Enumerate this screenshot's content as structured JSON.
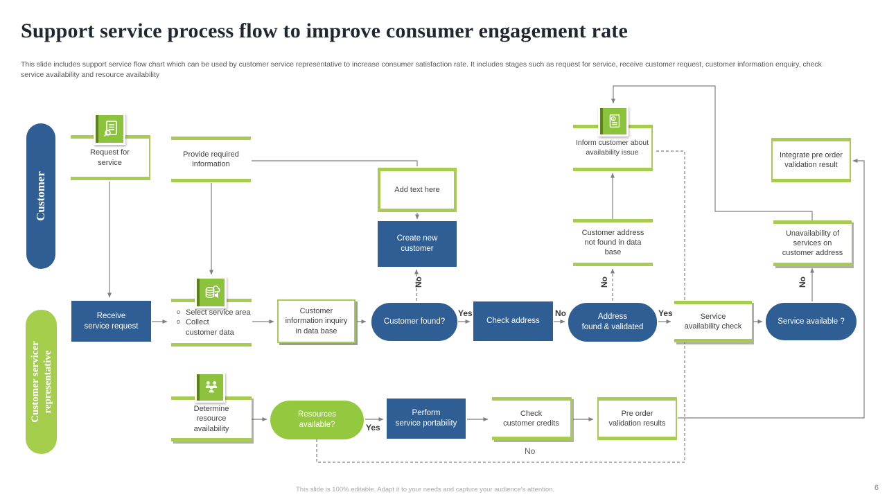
{
  "slide": {
    "title": "Support service process flow to improve consumer engagement rate",
    "description": "This slide includes support service flow chart which can be used by customer service representative to increase consumer satisfaction rate. It includes stages such as request for service, receive customer request, customer information enquiry, check service availability and resource availability",
    "footer": "This slide is 100% editable.  Adapt it to your needs and capture your audience's attention.",
    "page_number": "6"
  },
  "lanes": {
    "customer": "Customer",
    "representative": "Customer servicer\nrepresentative"
  },
  "nodes": {
    "request_for_service": "Request for\nservice",
    "provide_required_information": "Provide required\ninformation",
    "add_text_here": "Add text here",
    "create_new_customer": "Create new\ncustomer",
    "inform_customer": "Inform customer about\navailability issue",
    "customer_address_not_found": "Customer address\nnot found in data\nbase",
    "integrate_pre_order": "Integrate pre order\nvalidation result",
    "unavailability_services": "Unavailability of\nservices on\ncustomer address",
    "receive_service_request": "Receive\nservice request",
    "bullet_marker": "o",
    "select_service_area": "Select service area",
    "collect_customer_data": "Collect\ncustomer data",
    "customer_information_inquiry": "Customer\ninformation inquiry\nin data base",
    "customer_found": "Customer found?",
    "check_address": "Check address",
    "address_found_validated": "Address\nfound & validated",
    "service_availability_check": "Service\navailability check",
    "service_available": "Service available ?",
    "determine_resource_availability": "Determine\nresource\navailability",
    "resources_available": "Resources\navailable?",
    "perform_service_portability": "Perform\nservice portability",
    "check_customer_credits": "Check\ncustomer credits",
    "pre_order_validation_results": "Pre order\nvalidation results"
  },
  "edge_labels": {
    "customer_found_yes": "Yes",
    "customer_found_no": "No",
    "check_address_no": "No",
    "address_validated_yes": "Yes",
    "address_validated_no": "No",
    "service_available_no": "No",
    "resources_available_yes": "Yes",
    "resources_available_no": "No"
  },
  "icons": {
    "request": "document-search-icon",
    "collect": "database-cloud-icon",
    "inform": "customer-info-document-icon",
    "resource": "team-icon"
  },
  "colors": {
    "accent_green": "#A8CC52",
    "icon_green": "#8CC33C",
    "accent_blue": "#2F5E94",
    "line_gray": "#7F7F7F"
  }
}
